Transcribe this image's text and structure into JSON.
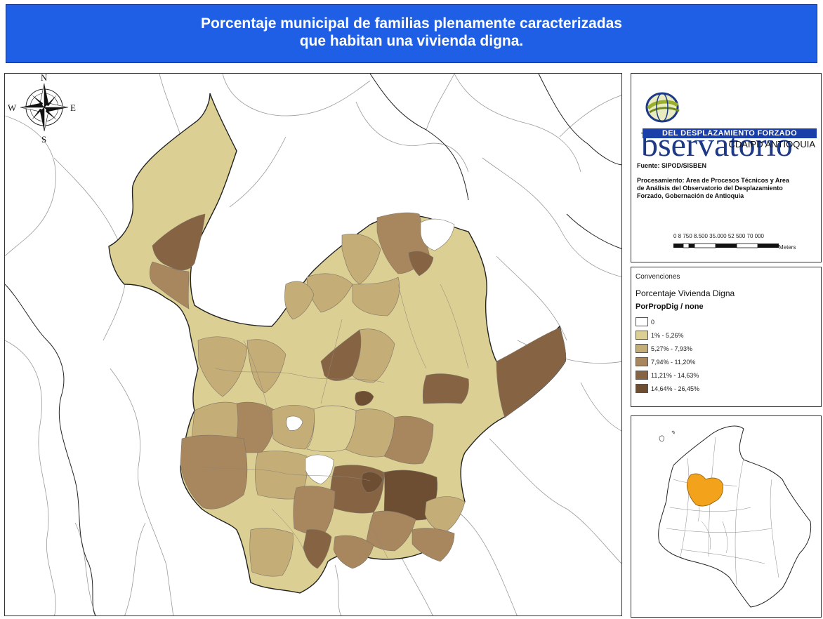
{
  "title": {
    "line1": "Porcentaje municipal de familias plenamente caracterizadas",
    "line2": "que habitan una vivienda digna."
  },
  "compass": {
    "n": "N",
    "s": "S",
    "e": "E",
    "w": "W"
  },
  "logo": {
    "word": "bservatorio",
    "band": "DEL DESPLAZAMIENTO FORZADO",
    "sub": "CDAIPD ANTIOQUIA"
  },
  "source": {
    "fuente": "Fuente: SIPOD/SISBEN",
    "procesamiento": "Procesamiento: Area de Procesos Técnicos y Area de Análisis del Observatorio del Desplazamiento Forzado, Gobernación de Antioquia"
  },
  "scale": {
    "numbers": "0 8 750 8.500 35.000 52 500 70 000",
    "unit": "Meters"
  },
  "legend": {
    "heading": "Convenciones",
    "title": "Porcentaje Vivienda Digna",
    "field": "PorPropDig / none",
    "classes": [
      {
        "label": "0",
        "color": "#ffffff"
      },
      {
        "label": "1% - 5,26%",
        "color": "#dccf93"
      },
      {
        "label": "5,27% - 7,93%",
        "color": "#c4ad77"
      },
      {
        "label": "7,94% - 11,20%",
        "color": "#a8875e"
      },
      {
        "label": "11,21% - 14,63%",
        "color": "#866443"
      },
      {
        "label": "14,64% - 26,45%",
        "color": "#6e4e33"
      }
    ]
  },
  "inset": {
    "highlight_color": "#f3a21c"
  }
}
